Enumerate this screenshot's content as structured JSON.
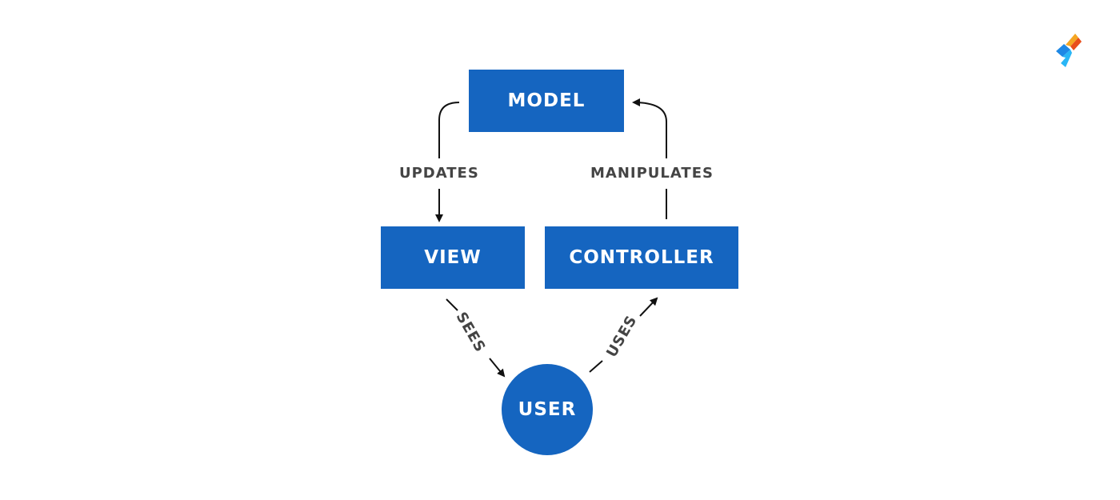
{
  "nodes": {
    "model": "MODEL",
    "view": "VIEW",
    "controller": "CONTROLLER",
    "user": "USER"
  },
  "edges": {
    "updates": "UPDATES",
    "manipulates": "MANIPULATES",
    "sees": "SEES",
    "uses": "USES"
  },
  "colors": {
    "node_fill": "#1565c0",
    "node_text": "#ffffff",
    "edge_label": "#444444",
    "arrow": "#111111"
  },
  "logo": {
    "icon": "brand-logo-icon"
  }
}
